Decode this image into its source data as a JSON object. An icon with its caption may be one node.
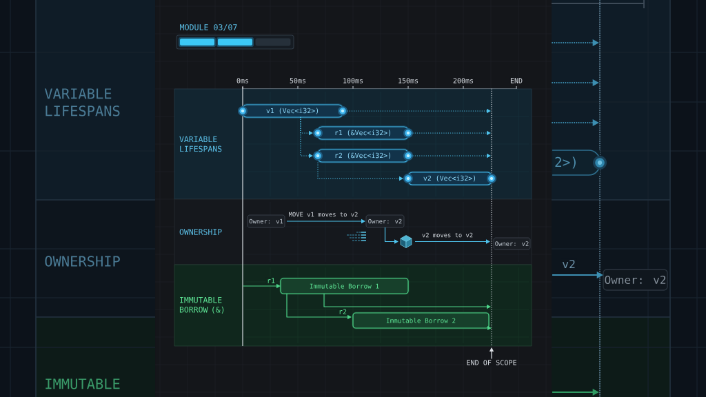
{
  "diagram": {
    "title": "MODULE 03/07",
    "nodes": [
      {
        "text": [
          "VARIABLE LIFESPANS"
        ]
      },
      {
        "text": [
          "v1 (Vec<i32>)"
        ],
        "in": 0
      },
      {
        "text": [
          "r1 (&Vec<i32>)"
        ],
        "in": 0
      },
      {
        "text": [
          "r2 (&Vec<i32>)"
        ],
        "in": 0
      },
      {
        "text": [
          "v2 (Vec<i32>)"
        ],
        "in": 0
      },
      {
        "text": [
          "OWNERSHIP"
        ]
      },
      {
        "text": [
          "Owner: v1"
        ],
        "in": 5
      },
      {
        "text": [
          "Owner: v2"
        ],
        "in": 5
      },
      {
        "text": [],
        "shape": "cube",
        "in": 5
      },
      {
        "text": [
          "Owner: v2"
        ],
        "in": 5
      },
      {
        "text": [
          "IMMUTABLE BORROW (&)"
        ]
      },
      {
        "text": [
          "Immutable Borrow 1"
        ],
        "in": 10
      },
      {
        "text": [
          "Immutable Borrow 2"
        ],
        "in": 10
      },
      {
        "text": [],
        "shape": "bar"
      },
      {
        "text": [
          "END OF SCOPE"
        ]
      },
      {
        "text": [
          "2>)"
        ]
      },
      {
        "text": [
          "Owner: v2"
        ]
      },
      {
        "text": [],
        "shape": "bar"
      }
    ],
    "edges": [
      {
        "from": 1,
        "to": 2,
        "arrow": "to",
        "style": "dashed"
      },
      {
        "from": 1,
        "to": 3,
        "arrow": "to",
        "style": "dashed"
      },
      {
        "from": 3,
        "to": 4,
        "arrow": "to",
        "style": "dashed"
      },
      {
        "from": 1,
        "to": 13,
        "arrow": "to",
        "style": "dashed"
      },
      {
        "from": 2,
        "to": 13,
        "arrow": "to",
        "style": "dashed"
      },
      {
        "from": 3,
        "to": 13,
        "arrow": "to",
        "style": "dashed"
      },
      {
        "from": 6,
        "to": 7,
        "arrow": "to",
        "label": "MOVE v1 moves to v2"
      },
      {
        "from": 7,
        "to": 8,
        "arrow": "to"
      },
      {
        "from": 8,
        "to": 9,
        "arrow": "to",
        "label": "v2 moves to v2"
      },
      {
        "from": null,
        "to": 11,
        "arrow": "to",
        "label": "r1",
        "color": "#4ed68a"
      },
      {
        "from": 11,
        "to": 12,
        "arrow": "to",
        "label": "r2",
        "color": "#4ed68a"
      },
      {
        "from": 11,
        "to": 13,
        "arrow": "to",
        "color": "#4ed68a"
      },
      {
        "from": 14,
        "to": 13,
        "arrow": "to",
        "color": "#dfe3e8"
      },
      {
        "from": null,
        "to": 17,
        "arrow": "to",
        "style": "dashed",
        "color": "#3d8fb2"
      },
      {
        "from": null,
        "to": 17,
        "arrow": "to",
        "style": "dashed",
        "color": "#3d8fb2"
      },
      {
        "from": null,
        "to": 17,
        "arrow": "to",
        "style": "dashed",
        "color": "#3d8fb2"
      },
      {
        "from": null,
        "to": 16,
        "arrow": "to",
        "label": "v2",
        "color": "#3d8fb2"
      },
      {
        "from": null,
        "to": 17,
        "arrow": "to",
        "color": "#2f9a62"
      }
    ],
    "labels": [
      "0ms",
      "50ms",
      "100ms",
      "150ms",
      "200ms",
      "END",
      "VARIABLE LIFESPANS",
      "OWNERSHIP",
      "IMMUTABLE"
    ]
  }
}
